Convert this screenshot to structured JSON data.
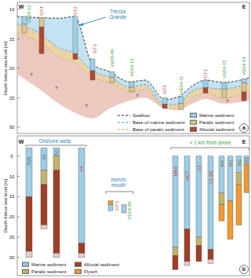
{
  "diagram": {
    "labels": [
      "W",
      "E",
      "Depth below sea level [m]",
      "10",
      "15",
      "20",
      "25",
      "30",
      "VE04-12",
      "GT4",
      "GT2",
      "Trezza Grande",
      "GT3",
      "VE05-06",
      "VE04-16",
      "GT5",
      "VE04-11",
      "GT1",
      "VE04-15",
      "VE04-14",
      "?",
      "?",
      "?",
      "?",
      "?",
      "a",
      "W",
      "E",
      "Depth below sea level [m]",
      "5",
      "10",
      "15",
      "20",
      "25",
      "30",
      "Onshore wells",
      "P28",
      "S2",
      "S1",
      "V6",
      "Isonzo mouth",
      "GT3",
      "VE04-06",
      "< 1 km from shore",
      "MK6",
      "AII-7",
      "V3",
      "V1-95",
      "M4",
      "M3",
      "M2",
      "M1",
      "b"
    ],
    "legend": [
      {
        "text": "Seafloor"
      },
      {
        "text": "Base of marine sediment"
      },
      {
        "text": "Base of paralic sediment"
      },
      {
        "text": "Marine sediment",
        "color": "#9fd0ea"
      },
      {
        "text": "Paralic sediment",
        "color": "#e0c38f"
      },
      {
        "text": "Alluvial sediment",
        "color": "#b04a33"
      },
      {
        "text": "Marine sediment",
        "color": "#9ecde6"
      },
      {
        "text": "Paralic sediment",
        "color": "#c3b36a"
      },
      {
        "text": "Alluvial sediment",
        "color": "#a13e26"
      },
      {
        "text": "Flysch",
        "color": "#ef9a2f"
      }
    ]
  }
}
